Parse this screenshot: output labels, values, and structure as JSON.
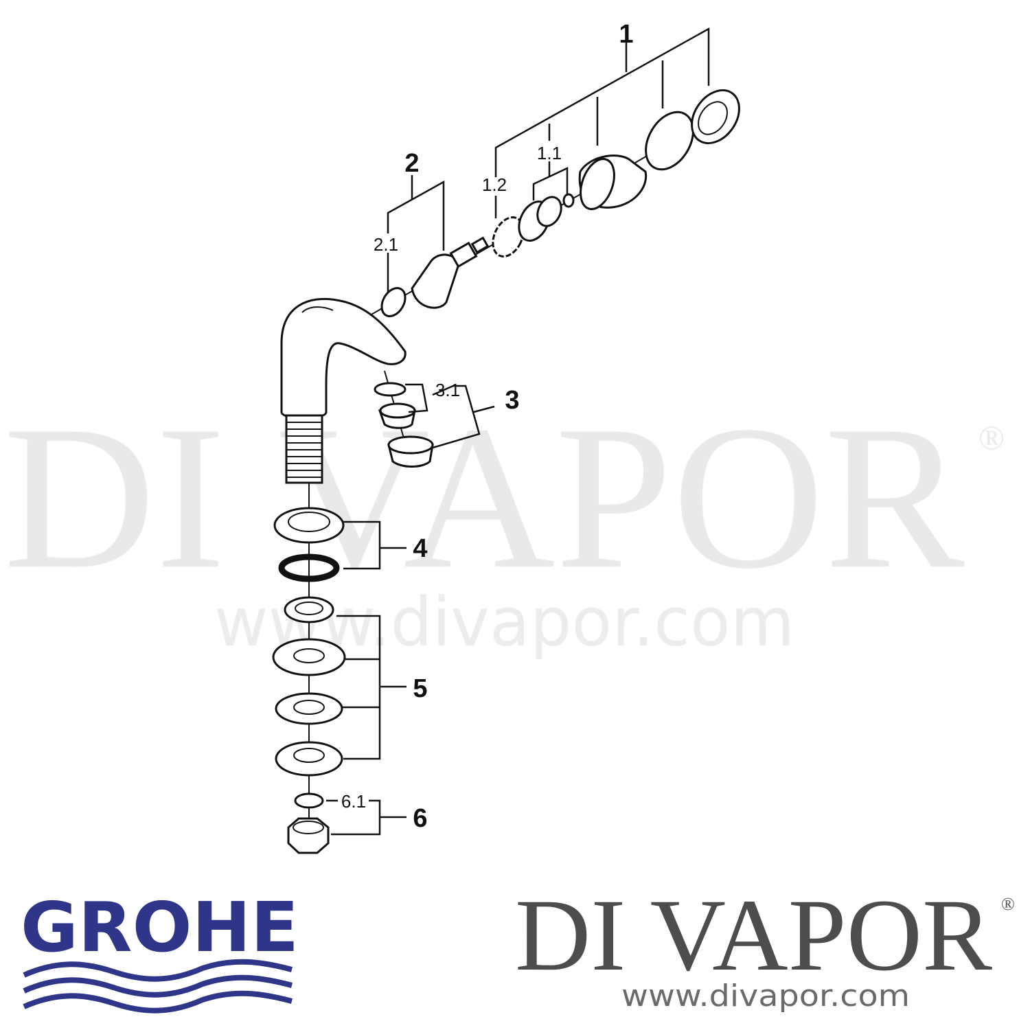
{
  "diagram": {
    "part_labels": [
      "1",
      "1.1",
      "1.2",
      "2",
      "2.1",
      "3",
      "3.1",
      "4",
      "5",
      "6",
      "6.1"
    ]
  },
  "watermark": {
    "brand": "DI VAPOR",
    "registered": "®",
    "url": "www.divapor.com"
  },
  "logos": {
    "grohe": {
      "text": "GROHE",
      "color": "#2f3588"
    },
    "divapor": {
      "text": "DI VAPOR",
      "registered": "®",
      "url": "www.divapor.com",
      "color": "#4d4d4d"
    }
  }
}
